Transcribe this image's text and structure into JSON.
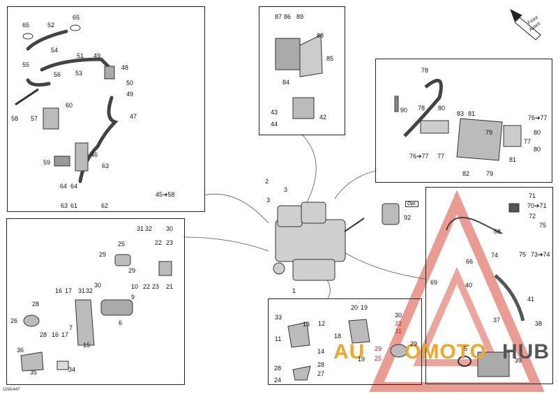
{
  "diagram": {
    "corner_code": "11M1447",
    "front_label": "Front",
    "front_label_fr": "Avant",
    "opt_label": "Opt.",
    "center_link": "45➔58",
    "watermark": {
      "left": "AU",
      "mid": "OMOTO",
      "right": "HUB",
      "color_red": "#d94b3b",
      "color_orange": "#f0a62a",
      "color_dark": "#555555"
    },
    "parts_tl": [
      "65",
      "52",
      "65",
      "54",
      "51",
      "49",
      "55",
      "48",
      "53",
      "56",
      "50",
      "49",
      "47",
      "58",
      "60",
      "57",
      "46",
      "59",
      "63",
      "64",
      "64",
      "63",
      "61",
      "62"
    ],
    "parts_tc": [
      "87",
      "86",
      "89",
      "88",
      "85",
      "84",
      "43",
      "42",
      "44"
    ],
    "parts_tr": [
      "78",
      "90",
      "78",
      "80",
      "83",
      "81",
      "76➔77",
      "79",
      "80",
      "77",
      "80",
      "76➔77",
      "77",
      "82",
      "79",
      "81"
    ],
    "parts_center": [
      "2",
      "3",
      "3",
      "1",
      "92"
    ],
    "parts_right": [
      "71",
      "70➔71",
      "72",
      "68",
      "75",
      "74",
      "75",
      "73➔74",
      "66",
      "69",
      "40",
      "41",
      "37",
      "38",
      "5",
      "39"
    ],
    "parts_bl": [
      "31",
      "32",
      "30",
      "25",
      "22",
      "23",
      "29",
      "29",
      "22",
      "23",
      "21",
      "16",
      "17",
      "31",
      "32",
      "30",
      "10",
      "9",
      "28",
      "26",
      "28",
      "16",
      "17",
      "7",
      "6",
      "15",
      "36",
      "34",
      "35"
    ],
    "parts_bc": [
      "33",
      "20",
      "19",
      "30",
      "32",
      "31",
      "12",
      "11",
      "13",
      "14",
      "18",
      "19",
      "29",
      "25",
      "29",
      "28",
      "28",
      "24",
      "27"
    ]
  }
}
